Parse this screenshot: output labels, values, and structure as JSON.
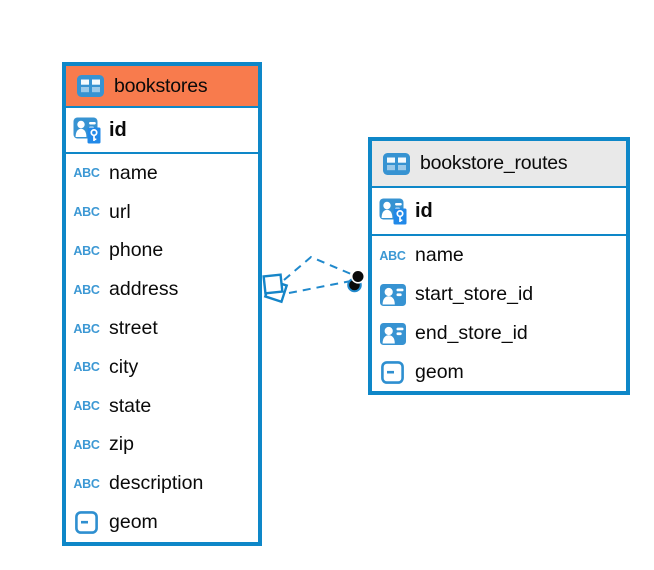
{
  "app": {
    "type": "entity-relationship-diagram"
  },
  "colors": {
    "table_border": "#0E87C8",
    "header_orange": "#F87B4D",
    "header_gray": "#E9E9E9",
    "icon_blue": "#3793D2",
    "key_badge_blue": "#2189E8",
    "relation_line": "#2089CC",
    "text": "#0A0A0A",
    "background": "#FFFFFF"
  },
  "icons": {
    "text_label": "ABC"
  },
  "tables": [
    {
      "name": "bookstores",
      "header_color": "#F87B4D",
      "columns": [
        {
          "name": "id",
          "type": "primary-key"
        },
        {
          "name": "name",
          "type": "text"
        },
        {
          "name": "url",
          "type": "text"
        },
        {
          "name": "phone",
          "type": "text"
        },
        {
          "name": "address",
          "type": "text"
        },
        {
          "name": "street",
          "type": "text"
        },
        {
          "name": "city",
          "type": "text"
        },
        {
          "name": "state",
          "type": "text"
        },
        {
          "name": "zip",
          "type": "text"
        },
        {
          "name": "description",
          "type": "text"
        },
        {
          "name": "geom",
          "type": "geometry"
        }
      ]
    },
    {
      "name": "bookstore_routes",
      "header_color": "#E9E9E9",
      "columns": [
        {
          "name": "id",
          "type": "primary-key"
        },
        {
          "name": "name",
          "type": "text"
        },
        {
          "name": "start_store_id",
          "type": "reference"
        },
        {
          "name": "end_store_id",
          "type": "reference"
        },
        {
          "name": "geom",
          "type": "geometry"
        }
      ]
    }
  ],
  "relationship": {
    "from_table": "bookstores",
    "to_table": "bookstore_routes",
    "line_count": 2,
    "line_style": "dashed"
  }
}
